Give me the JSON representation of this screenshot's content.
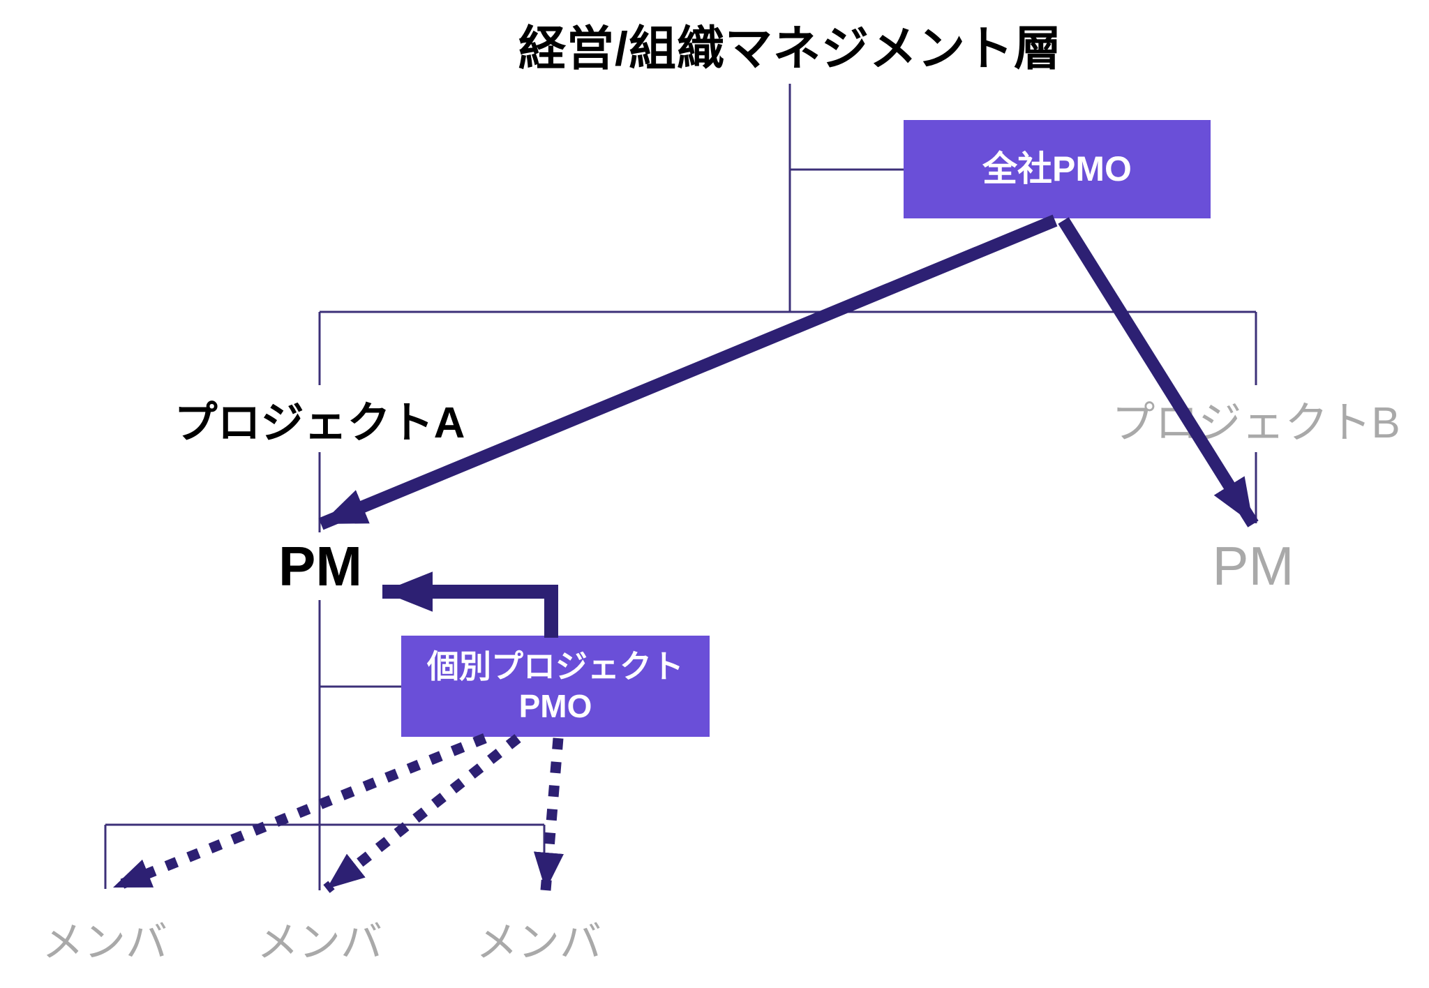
{
  "title": "経営/組織マネジメント層",
  "nodes": {
    "company_pmo": "全社PMO",
    "project_a": "プロジェクトA",
    "project_b": "プロジェクトB",
    "pm_a": "PM",
    "pm_b": "PM",
    "individual_pmo_line1": "個別プロジェクト",
    "individual_pmo_line2": "PMO",
    "member_1": "メンバ",
    "member_2": "メンバ",
    "member_3": "メンバ"
  },
  "colors": {
    "box_fill": "#6A4FD8",
    "arrow": "#2D2073",
    "connector_line": "#3C3078",
    "inactive_text": "#A9A9A9",
    "active_text": "#000000",
    "box_text": "#FFFFFF",
    "background": "#FFFFFF"
  }
}
